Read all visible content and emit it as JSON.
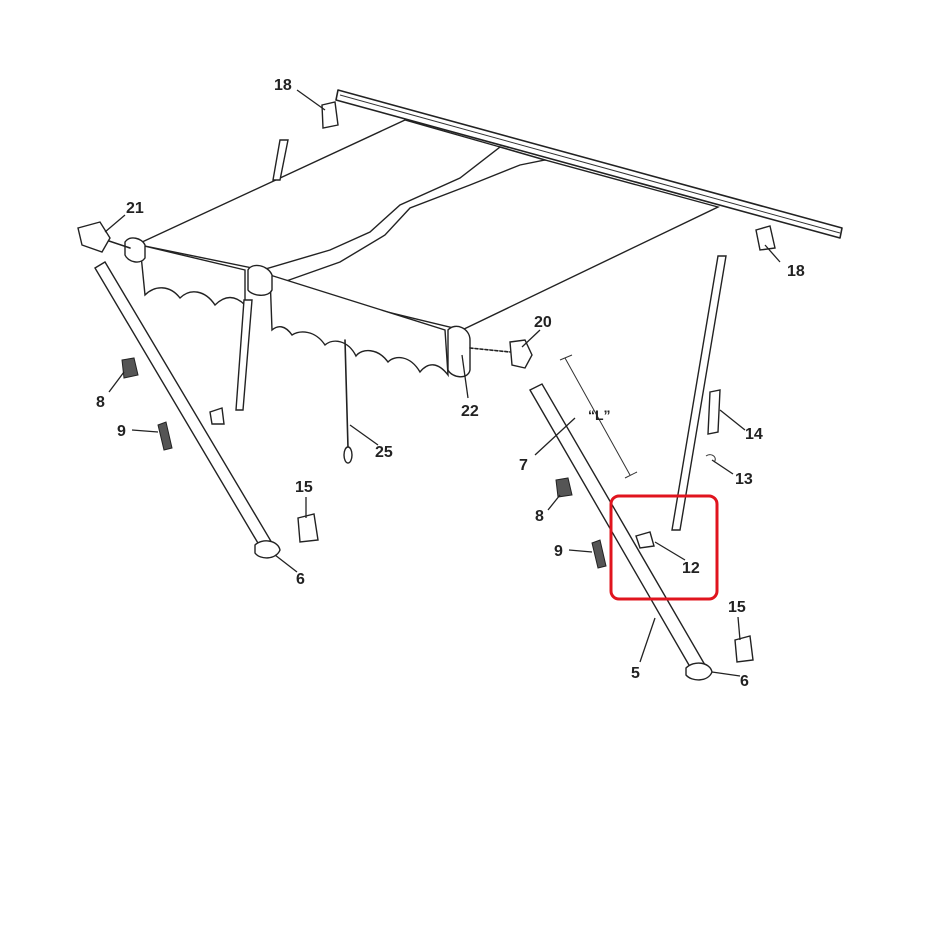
{
  "callouts": {
    "c18a": "18",
    "c18b": "18",
    "c21": "21",
    "c20": "20",
    "c22": "22",
    "c25": "25",
    "c8a": "8",
    "c9a": "9",
    "c15a": "15",
    "c6a": "6",
    "c7": "7",
    "cL": "“L”",
    "c14": "14",
    "c13": "13",
    "c8b": "8",
    "c9b": "9",
    "c12": "12",
    "c15b": "15",
    "c5": "5",
    "c6b": "6"
  },
  "highlight": {
    "target": "12",
    "color": "#e0141e"
  }
}
